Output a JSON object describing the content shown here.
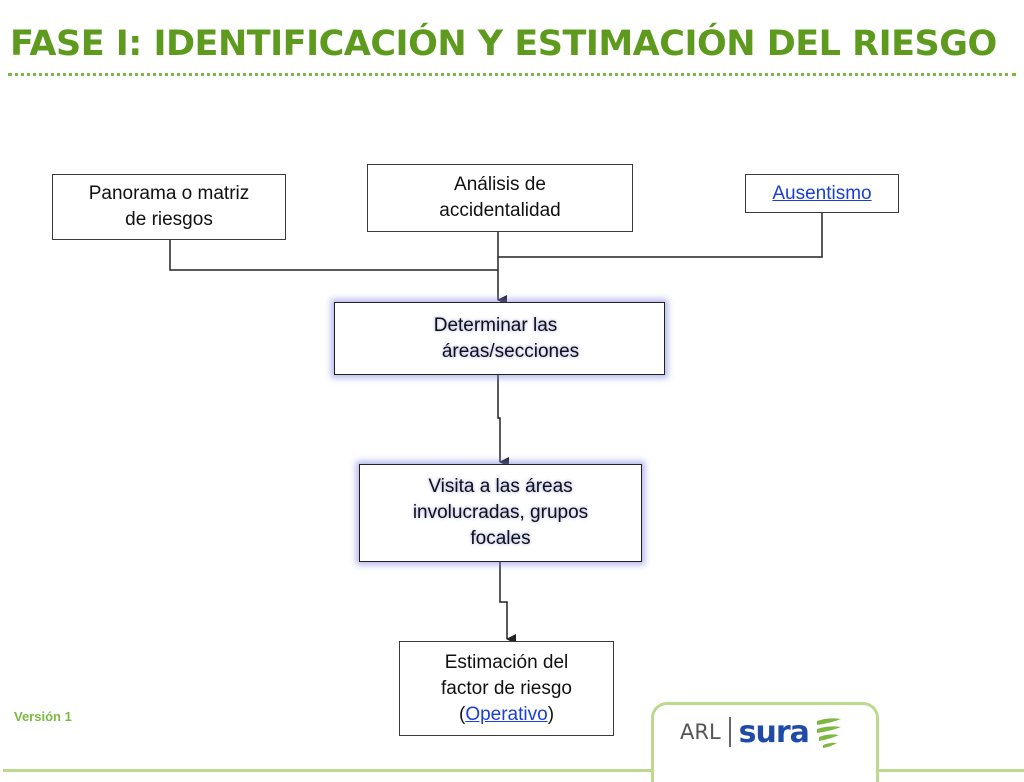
{
  "title": "FASE I: IDENTIFICACIÓN Y ESTIMACIÓN DEL RIESGO",
  "nodes": {
    "panorama": {
      "lines": [
        "Panorama o matriz",
        "de riesgos"
      ]
    },
    "analisis": {
      "lines": [
        "Análisis de",
        "accidentalidad"
      ]
    },
    "ausentismo": {
      "link": "Ausentismo"
    },
    "determinar": {
      "lines": [
        "Determinar las",
        "áreas/secciones"
      ]
    },
    "visita": {
      "lines": [
        "Visita a las áreas",
        "involucradas, grupos",
        "focales"
      ]
    },
    "estimacion": {
      "lines": [
        "Estimación del",
        "factor de riesgo"
      ],
      "paren_open": "(",
      "link": "Operativo",
      "paren_close": ")"
    }
  },
  "footer": {
    "version": "Versión 1",
    "logo_arl": "ARL",
    "logo_sura": "sura"
  },
  "colors": {
    "title": "#5e9a1e",
    "accent_green": "#7db842",
    "link": "#1a3fd6",
    "logo_blue": "#1f4aa8"
  }
}
